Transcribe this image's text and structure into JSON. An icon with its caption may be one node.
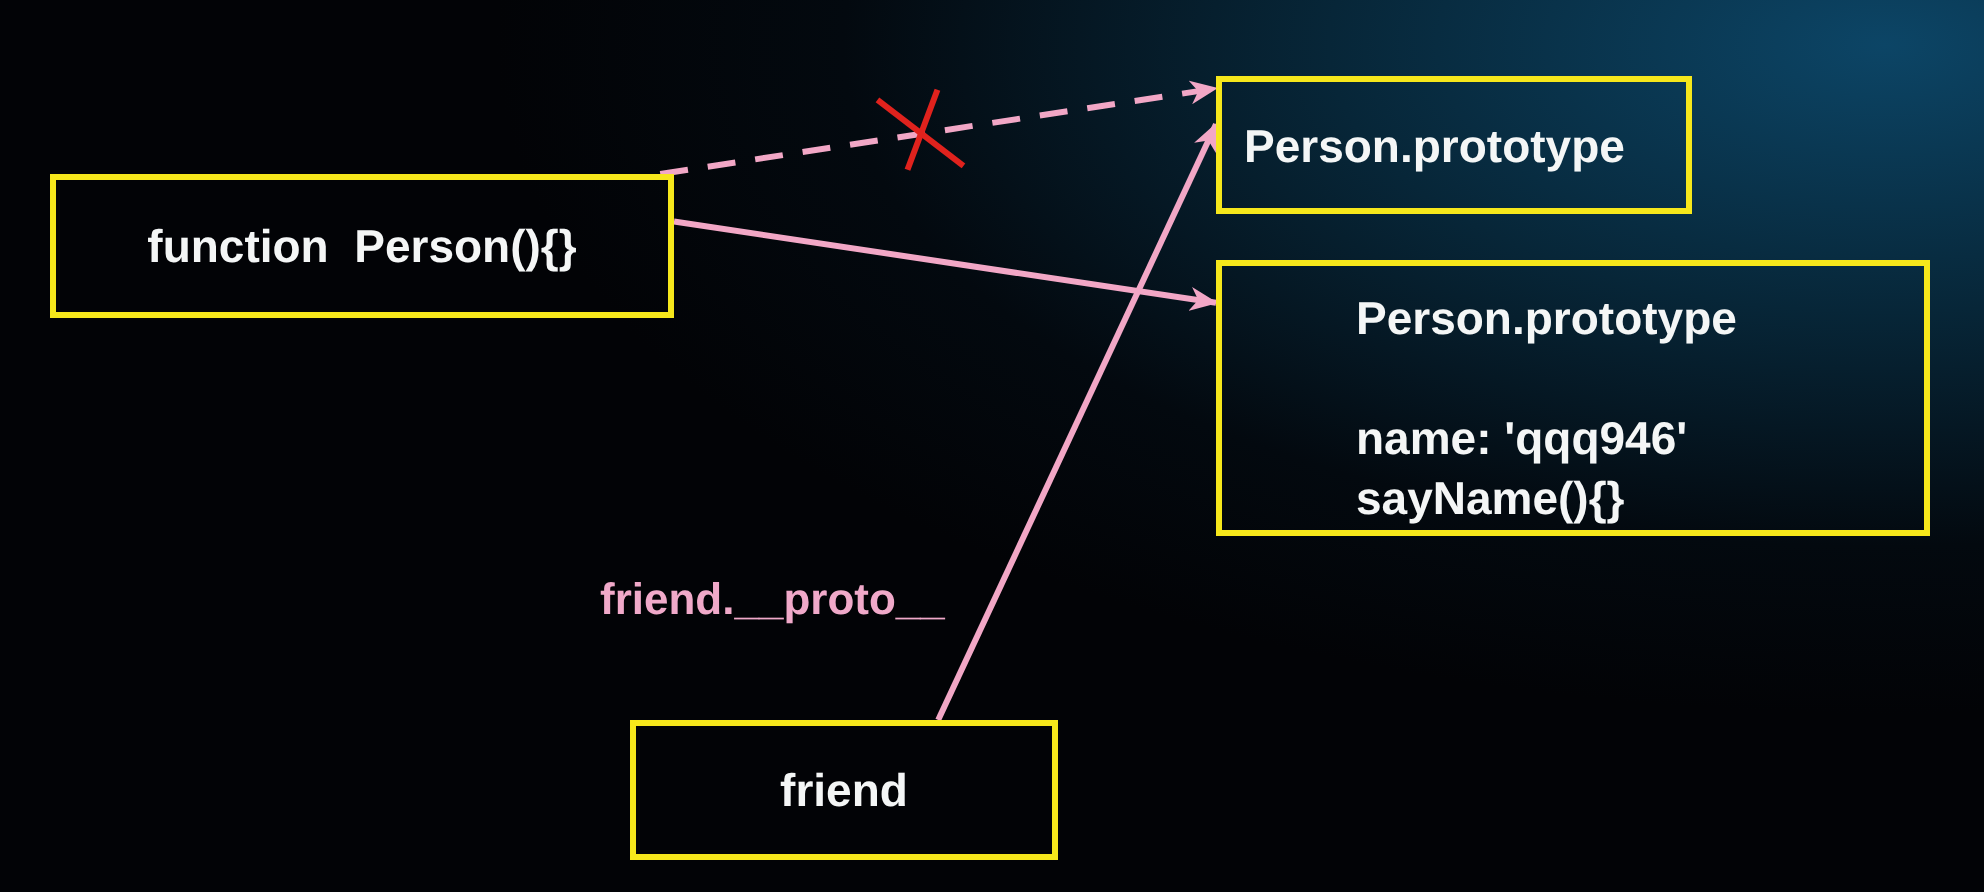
{
  "diagram": {
    "nodes": [
      {
        "text": [
          "function  Person(){}"
        ]
      },
      {
        "text": [
          "Person.prototype"
        ]
      },
      {
        "text": [
          "Person.prototype",
          "name: 'qqq946'",
          "sayName(){}"
        ]
      },
      {
        "text": [
          "friend"
        ]
      }
    ],
    "edges": [
      {
        "from": 0,
        "to": 1,
        "arrow": "to",
        "style": "dashed"
      },
      {
        "from": 0,
        "to": 2,
        "arrow": "to"
      },
      {
        "from": 3,
        "to": 1,
        "arrow": "to",
        "label": "friend.__proto__"
      }
    ]
  }
}
